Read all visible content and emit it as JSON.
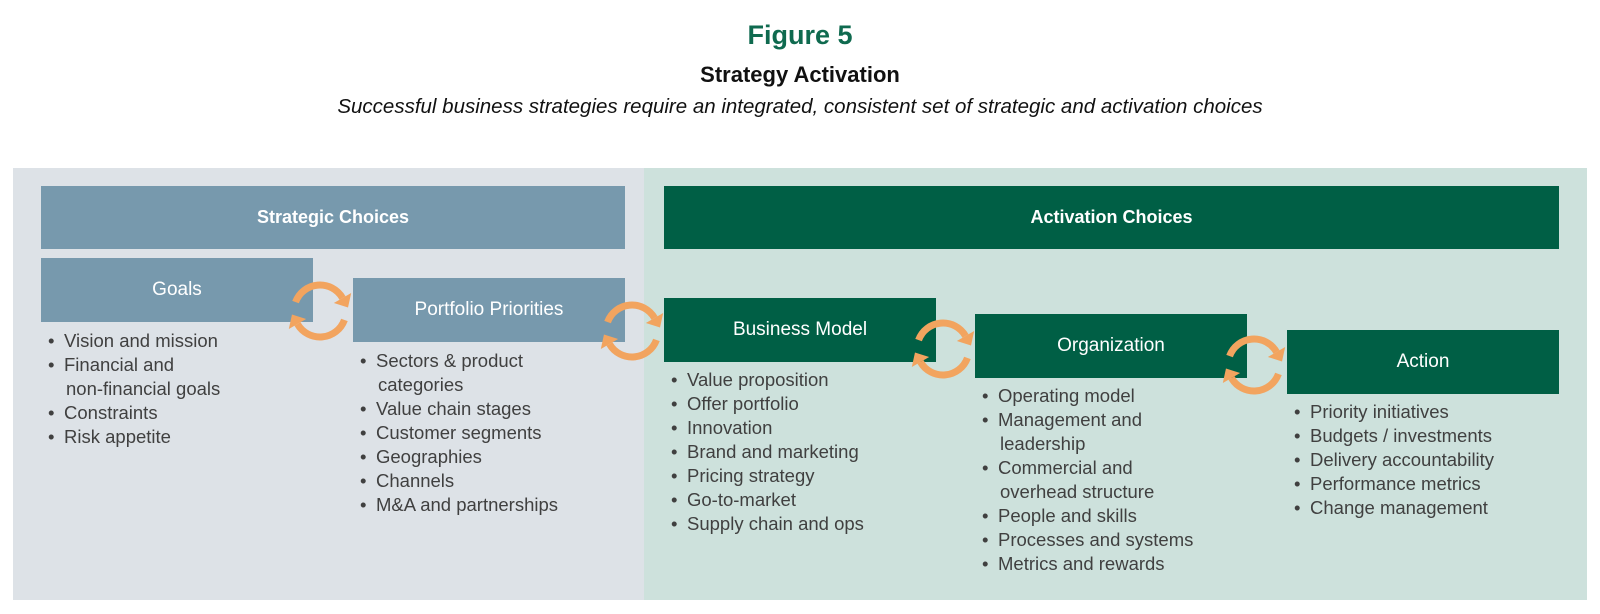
{
  "figure": {
    "number": "Figure 5",
    "title": "Strategy Activation",
    "subtitle": "Successful business strategies require an integrated, consistent set of strategic and activation choices"
  },
  "colors": {
    "strategic": "#7799ad",
    "activation": "#005f45",
    "left_panel": "#dde2e7",
    "right_panel": "#cde1dc",
    "cycle_arrows": "#f2a45f",
    "figure_number": "#0f6a4f"
  },
  "strategic_choices": {
    "header": "Strategic Choices",
    "goals": {
      "label": "Goals",
      "items": [
        "Vision and mission",
        "Financial and",
        "non-financial goals",
        "Constraints",
        "Risk appetite"
      ]
    },
    "portfolio": {
      "label": "Portfolio Priorities",
      "items": [
        "Sectors & product",
        "categories",
        "Value chain stages",
        "Customer segments",
        "Geographies",
        "Channels",
        "M&A and partnerships"
      ]
    }
  },
  "activation_choices": {
    "header": "Activation Choices",
    "business_model": {
      "label": "Business Model",
      "items": [
        "Value proposition",
        "Offer portfolio",
        "Innovation",
        "Brand and marketing",
        "Pricing strategy",
        "Go-to-market",
        "Supply chain and ops"
      ]
    },
    "organization": {
      "label": "Organization",
      "items": [
        "Operating model",
        "Management and",
        "leadership",
        "Commercial and",
        "overhead structure",
        "People and skills",
        "Processes and systems",
        "Metrics and rewards"
      ]
    },
    "action": {
      "label": "Action",
      "items": [
        "Priority initiatives",
        "Budgets / investments",
        "Delivery accountability",
        "Performance metrics",
        "Change management"
      ]
    }
  },
  "icons": {
    "cycle": "circular-arrows-icon"
  }
}
